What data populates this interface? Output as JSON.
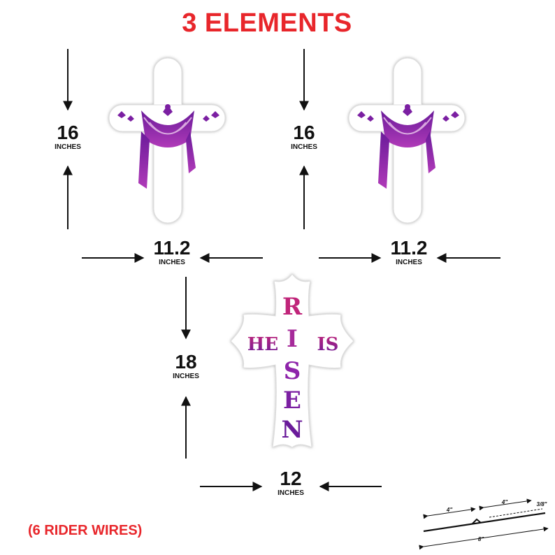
{
  "title": "3 ELEMENTS",
  "dimensions": {
    "left_height": {
      "value": "16",
      "unit": "INCHES"
    },
    "left_width": {
      "value": "11.2",
      "unit": "INCHES"
    },
    "right_height": {
      "value": "16",
      "unit": "INCHES"
    },
    "right_width": {
      "value": "11.2",
      "unit": "INCHES"
    },
    "bottom_height": {
      "value": "18",
      "unit": "INCHES"
    },
    "bottom_width": {
      "value": "12",
      "unit": "INCHES"
    }
  },
  "risen_cross": {
    "left_word": "HE",
    "right_word": "IS",
    "vertical_letters": [
      "R",
      "I",
      "S",
      "E",
      "N"
    ]
  },
  "rider_wire": {
    "segment_a": "4\"",
    "segment_b": "4\"",
    "offset": "3/8\"",
    "total": "8\""
  },
  "note": "(6 RIDER WIRES)",
  "colors": {
    "accent_red": "#e8262b",
    "purple_dark": "#6a1b9a",
    "purple_light": "#b03ab8"
  }
}
